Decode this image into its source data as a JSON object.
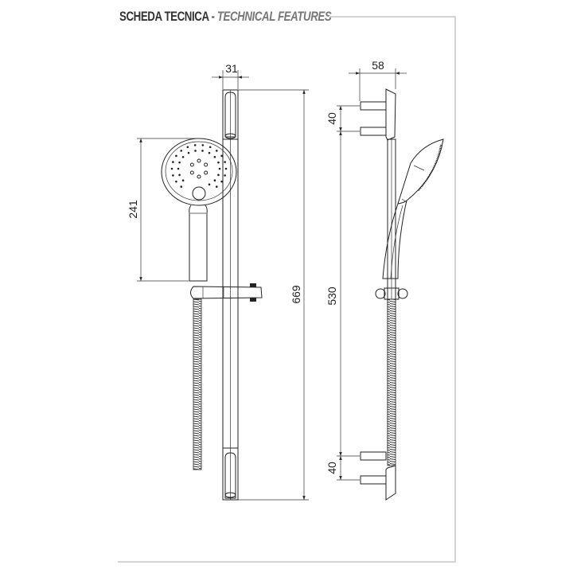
{
  "header": {
    "title_main": "SCHEDA TECNICA",
    "separator": "-",
    "title_sub": "TECHNICAL FEATURES"
  },
  "front_view": {
    "dim_rail_width": "31",
    "dim_total_height": "669",
    "dim_head_height": "241"
  },
  "side_view": {
    "dim_depth": "58",
    "dim_top_bracket": "40",
    "dim_bracket_spacing": "530",
    "dim_bottom_bracket": "40"
  },
  "colors": {
    "frame": "#d4d4d4",
    "line": "#222222"
  }
}
